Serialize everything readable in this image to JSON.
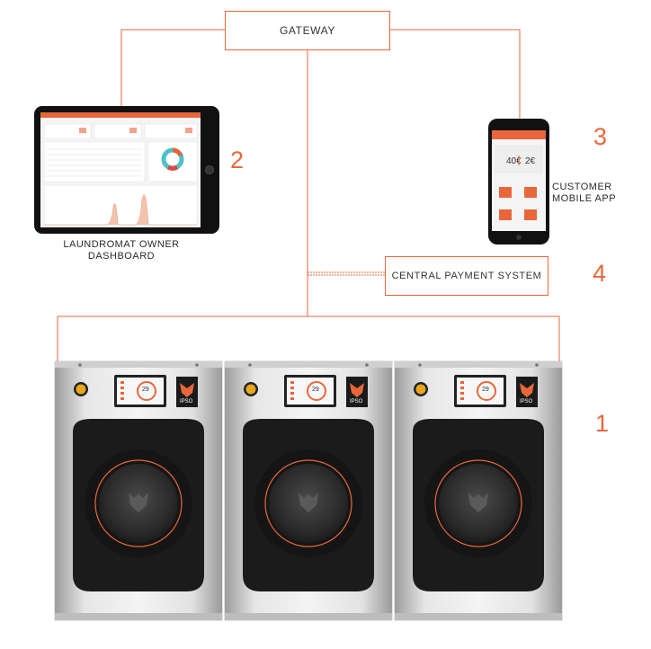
{
  "diagram": {
    "gateway": "GATEWAY",
    "payment": "CENTRAL PAYMENT SYSTEM",
    "dashboard_label_1": "LAUNDROMAT OWNER",
    "dashboard_label_2": "DASHBOARD",
    "mobile_label_1": "CUSTOMER",
    "mobile_label_2": "MOBILE APP",
    "num_machines": "1",
    "num_dashboard": "2",
    "num_mobile": "3",
    "num_payment": "4"
  },
  "phone": {
    "amount_left": "40€",
    "amount_right": "2€"
  },
  "washer": {
    "brand": "IPSO",
    "display_value": "29"
  },
  "colors": {
    "accent": "#e8673a",
    "line": "#e8673a",
    "steel_light": "#e6e6e6",
    "steel_dark": "#9c9c9c",
    "door": "#1c1c1c"
  }
}
